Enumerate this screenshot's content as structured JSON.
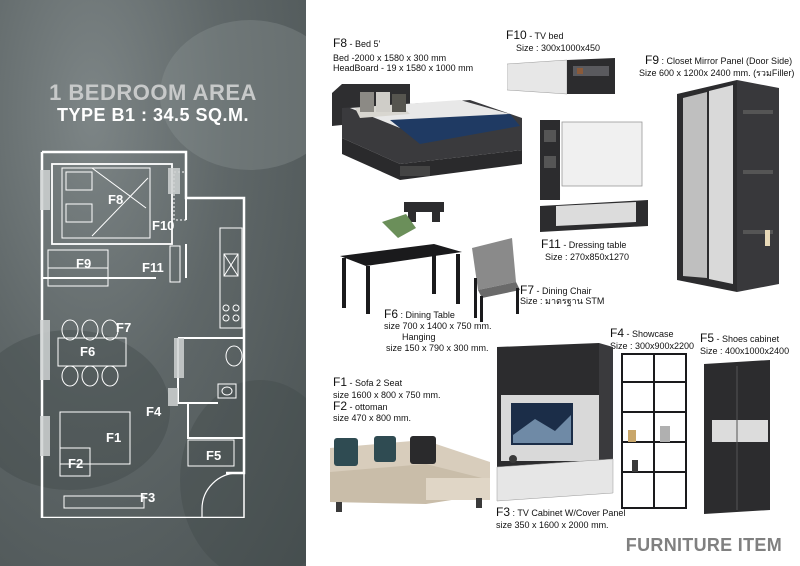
{
  "area_title": "1 BEDROOM AREA",
  "type_title": "TYPE B1 : 34.5 SQ.M.",
  "plan_labels": {
    "f8": "F8",
    "f10": "F10",
    "f9": "F9",
    "f11": "F11",
    "f7": "F7",
    "f6": "F6",
    "f1": "F1",
    "f2": "F2",
    "f4": "F4",
    "f5": "F5",
    "f3": "F3"
  },
  "items": {
    "f8": {
      "code": "F8",
      "name": "- Bed 5'",
      "size1": "Bed -2000 x 1580 x 300 mm",
      "size2": "HeadBoard - 19 x 1580 x 1000 mm"
    },
    "f10": {
      "code": "F10",
      "name": "- TV bed",
      "size": "Size : 300x1000x450"
    },
    "f9": {
      "code": "F9",
      "name": ": Closet Mirror Panel (Door Side)",
      "size": "Size 600 x 1200x 2400 mm. (รวมFiller)"
    },
    "f11": {
      "code": "F11",
      "name": "- Dressing table",
      "size": "Size : 270x850x1270"
    },
    "f6": {
      "code": "F6",
      "name": ": Dining Table",
      "size": "size 700 x 1400 x 750 mm.",
      "hanging": "Hanging",
      "hanging_size": "size 150 x 790 x 300 mm."
    },
    "f7": {
      "code": "F7",
      "name": "- Dining Chair",
      "size": "Size : มาตรฐาน STM"
    },
    "f4": {
      "code": "F4",
      "name": "- Showcase",
      "size": "Size : 300x900x2200"
    },
    "f5": {
      "code": "F5",
      "name": "- Shoes cabinet",
      "size": "Size : 400x1000x2400"
    },
    "f1": {
      "code": "F1",
      "name": "- Sofa 2 Seat",
      "size": "size 1600 x 800 x 750 mm."
    },
    "f2": {
      "code": "F2",
      "name": "- ottoman",
      "size": "size 470 x 800 mm."
    },
    "f3": {
      "code": "F3",
      "name": ": TV Cabinet W/Cover Panel",
      "size": "size 350 x 1600 x 2000 mm."
    }
  },
  "footer_title": "FURNITURE ITEM"
}
